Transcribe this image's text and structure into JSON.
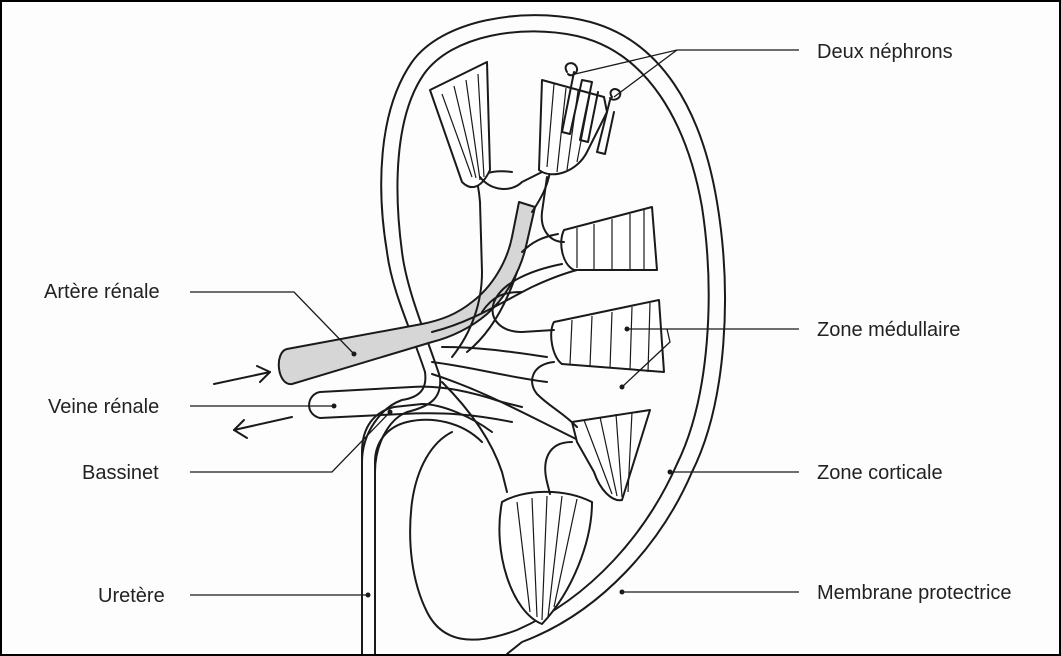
{
  "labels": {
    "deux_nephrons": "Deux néphrons",
    "artere_renale": "Artère rénale",
    "zone_medullaire": "Zone médullaire",
    "veine_renale": "Veine rénale",
    "bassinet": "Bassinet",
    "zone_corticale": "Zone corticale",
    "uretere": "Uretère",
    "membrane_protectrice": "Membrane protectrice"
  },
  "colors": {
    "line": "#1a1a1a",
    "artery_fill": "#d6d6d6",
    "background": "#fdfdfd"
  }
}
